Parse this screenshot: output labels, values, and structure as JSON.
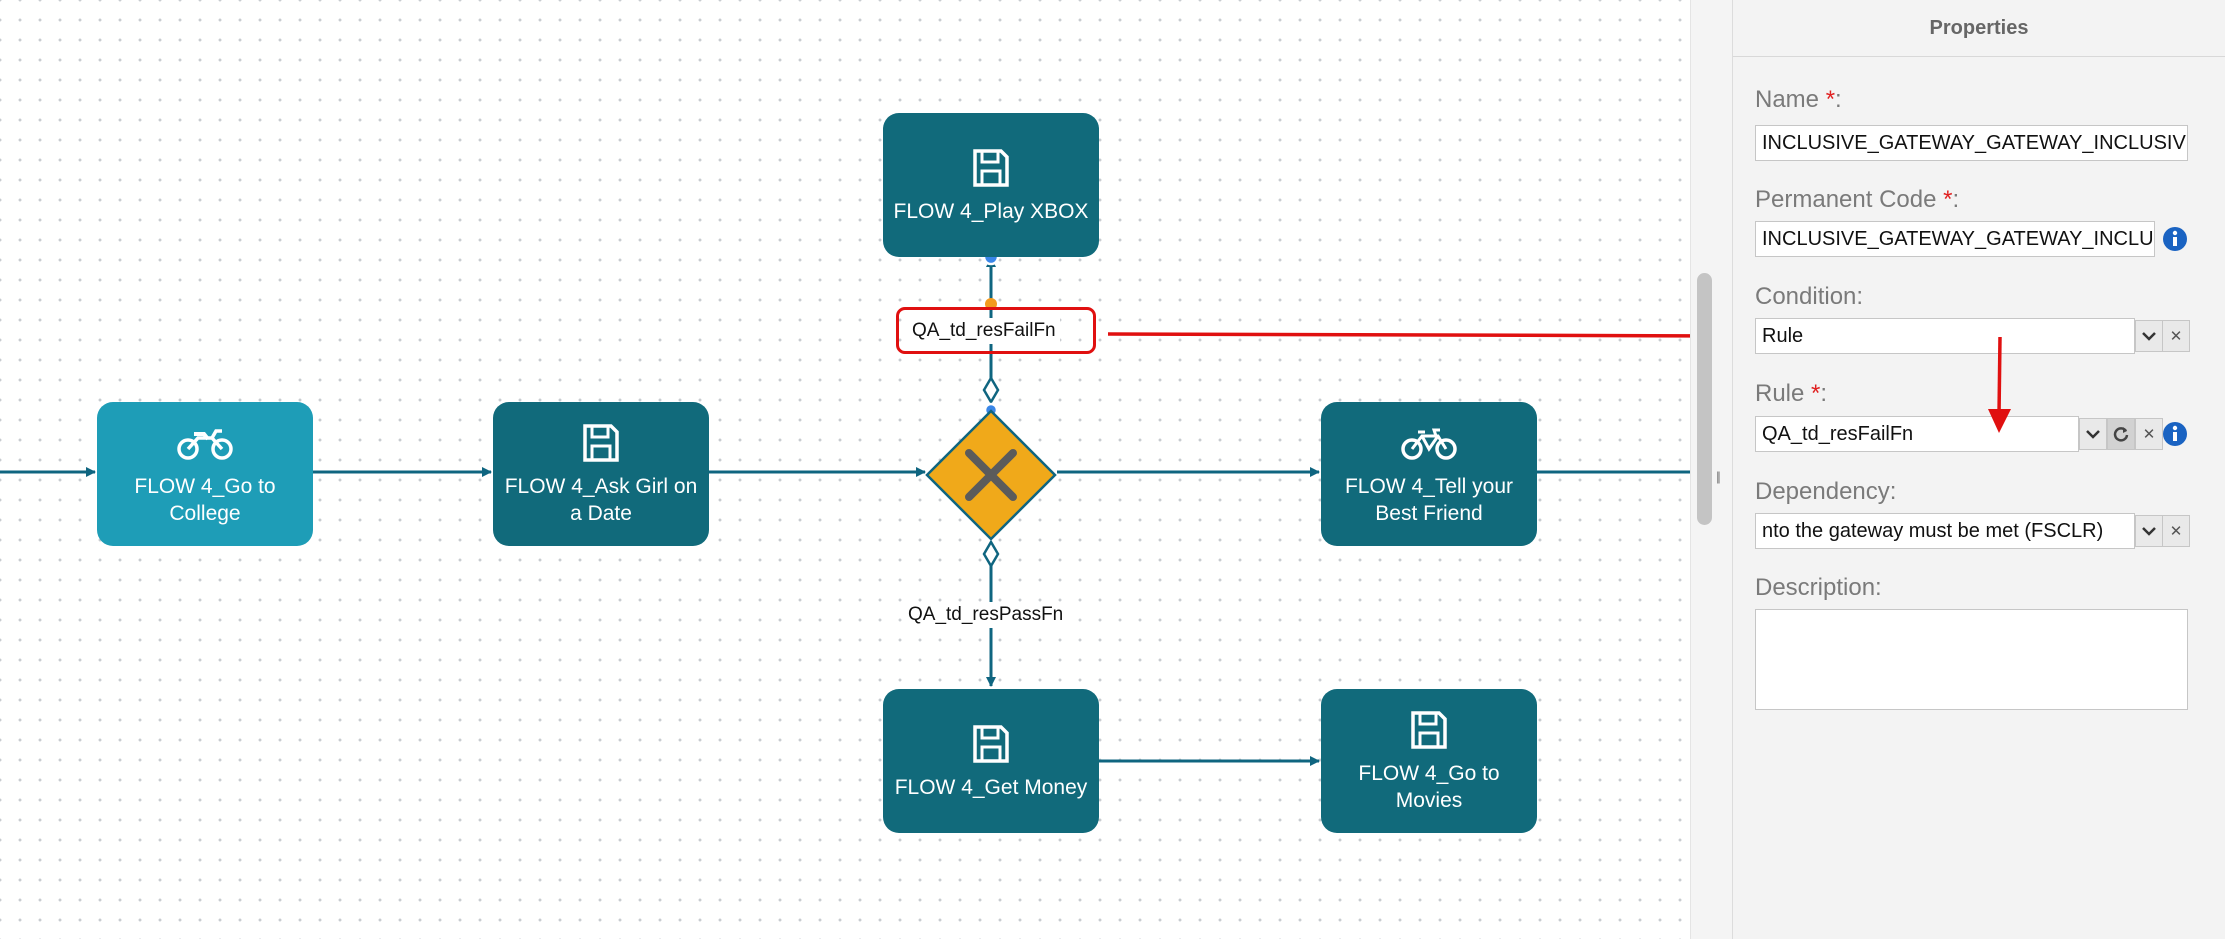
{
  "panel": {
    "title": "Properties",
    "required_mark": "*",
    "name_label": "Name",
    "name_value": "INCLUSIVE_GATEWAY_GATEWAY_INCLUSIV",
    "permanent_code_label": "Permanent Code",
    "permanent_code_value": "INCLUSIVE_GATEWAY_GATEWAY_INCLU",
    "condition_label": "Condition:",
    "condition_value": "Rule",
    "rule_label": "Rule",
    "rule_value": "QA_td_resFailFn",
    "dependency_label": "Dependency:",
    "dependency_value": "nto the gateway must be met (FSCLR)",
    "description_label": "Description:",
    "description_value": ""
  },
  "nodes": {
    "go_college": "FLOW 4_Go to College",
    "ask_girl": "FLOW 4_Ask Girl on a Date",
    "play_xbox": "FLOW 4_Play XBOX",
    "tell_friend": "FLOW 4_Tell your Best Friend",
    "get_money": "FLOW 4_Get Money",
    "go_movies": "FLOW 4_Go to Movies"
  },
  "edges": {
    "fail_label": "QA_td_resFailFn",
    "pass_label": "QA_td_resPassFn"
  },
  "colors": {
    "node_dark": "#116a7b",
    "node_light": "#1e9db7",
    "gateway": "#f0a91a",
    "edge": "#0f6580",
    "annotation": "#e01010"
  }
}
